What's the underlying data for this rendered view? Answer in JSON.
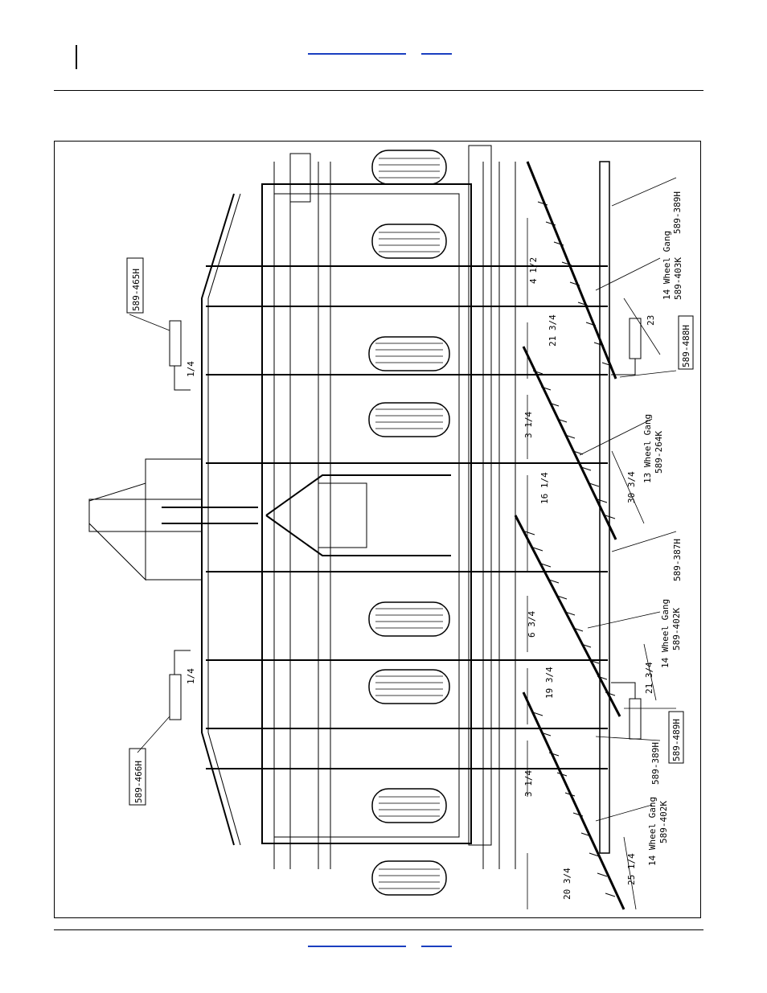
{
  "header": {
    "link_color": "#1a3fc0",
    "links": [
      "",
      ""
    ]
  },
  "footer": {
    "links": [
      "",
      ""
    ]
  },
  "figure": {
    "part_labels": {
      "p465H": "589-465H",
      "p466H": "589-466H",
      "p389H_top": "589-389H",
      "p403K": "589-403K",
      "p488H": "589-488H",
      "p264K": "589-264K",
      "p387H": "589-387H",
      "p402K_mid": "589-402K",
      "p489H": "589-489H",
      "p389H_bot": "589-389H",
      "p402K_bot": "589-402K"
    },
    "gang_labels": {
      "g1": "14 Wheel Gang",
      "g2": "13 Wheel Gang",
      "g3": "14 Wheel Gang",
      "g4": "14 Wheel Gang"
    },
    "dimensions": {
      "d_4_1_2": "4 1/2",
      "d_21_3_4_a": "21 3/4",
      "d_23": "23",
      "d_3_1_4_a": "3 1/4",
      "d_16_1_4": "16 1/4",
      "d_30_3_4": "30 3/4",
      "d_6_3_4": "6 3/4",
      "d_19_3_4": "19 3/4",
      "d_21_3_4_b": "21 3/4",
      "d_3_1_4_b": "3 1/4",
      "d_20_3_4": "20 3/4",
      "d_25_1_4": "25 1/4",
      "d_1_4_top": "1/4",
      "d_1_4_bot": "1/4"
    }
  }
}
